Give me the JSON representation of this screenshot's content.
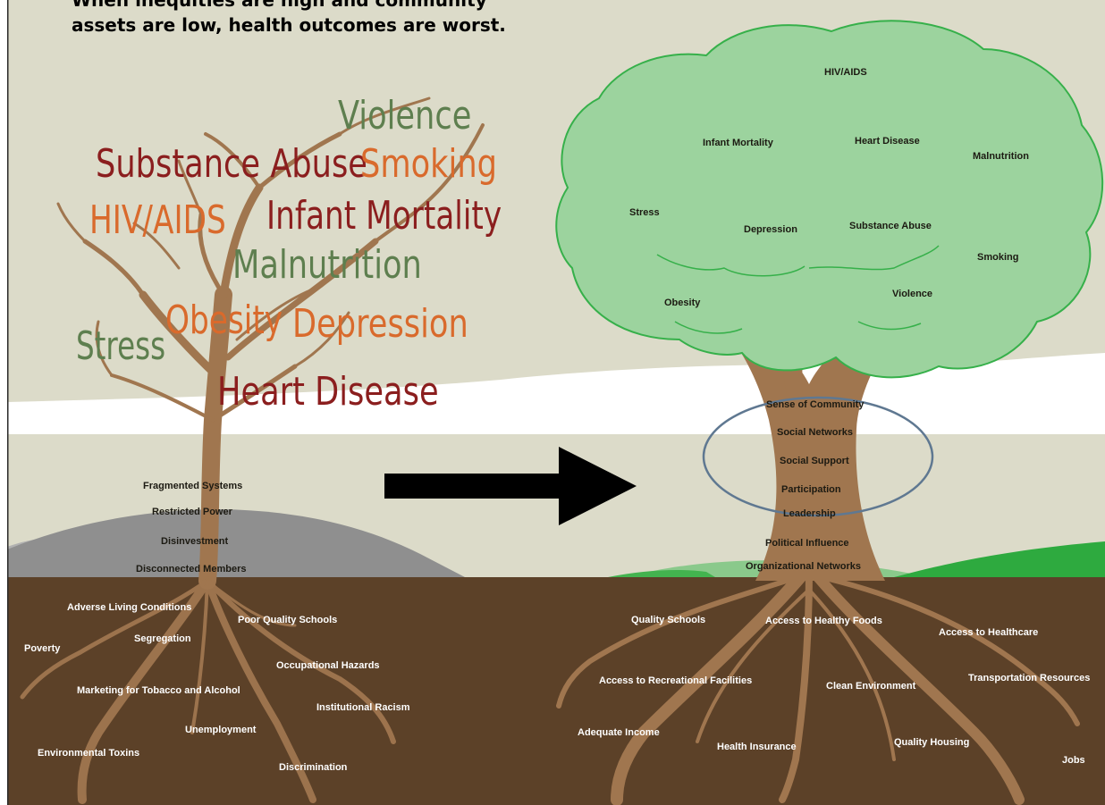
{
  "headline": {
    "line1": "When inequities are high and community",
    "line2": "assets are low, health outcomes are worst."
  },
  "colors": {
    "sky": "#dcdbc9",
    "soil": "#5c4128",
    "trunk": "#a0764f",
    "canopy": "#9cd39e",
    "canopy_outline": "#36b04a",
    "hill_grey": "#8f8f8f",
    "hill_green": "#60b865",
    "white_band": "#ffffff",
    "arrow": "#000000",
    "highlight_ellipse": "#5f7891",
    "dark_red": "#8b1e1e",
    "orange": "#d96a2c",
    "green_text": "#5e7f4f"
  },
  "left_tree": {
    "outcomes": [
      {
        "text": "Violence",
        "color": "#5e7f4f"
      },
      {
        "text": "Substance Abuse",
        "color": "#8b1e1e"
      },
      {
        "text": "Smoking",
        "color": "#d96a2c"
      },
      {
        "text": "HIV/AIDS",
        "color": "#d96a2c"
      },
      {
        "text": "Infant Mortality",
        "color": "#8b1e1e"
      },
      {
        "text": "Malnutrition",
        "color": "#5e7f4f"
      },
      {
        "text": "Obesity",
        "color": "#d96a2c"
      },
      {
        "text": "Depression",
        "color": "#d96a2c"
      },
      {
        "text": "Stress",
        "color": "#5e7f4f"
      },
      {
        "text": "Heart Disease",
        "color": "#8b1e1e"
      }
    ],
    "trunk_labels": [
      "Fragmented Systems",
      "Restricted Power",
      "Disinvestment",
      "Disconnected Members"
    ],
    "roots": [
      "Adverse Living Conditions",
      "Poor Quality Schools",
      "Poverty",
      "Segregation",
      "Occupational Hazards",
      "Marketing for Tobacco and Alcohol",
      "Institutional Racism",
      "Unemployment",
      "Environmental Toxins",
      "Discrimination"
    ]
  },
  "right_tree": {
    "canopy": [
      "HIV/AIDS",
      "Infant Mortality",
      "Heart Disease",
      "Malnutrition",
      "Stress",
      "Depression",
      "Substance Abuse",
      "Smoking",
      "Obesity",
      "Violence"
    ],
    "trunk_labels": [
      "Sense of Community",
      "Social Networks",
      "Social Support",
      "Participation",
      "Leadership",
      "Political Influence",
      "Organizational Networks"
    ],
    "roots": [
      "Quality Schools",
      "Access to Healthy Foods",
      "Access to Healthcare",
      "Access to Recreational Facilities",
      "Clean Environment",
      "Transportation Resources",
      "Adequate Income",
      "Health Insurance",
      "Quality Housing",
      "Jobs"
    ]
  }
}
